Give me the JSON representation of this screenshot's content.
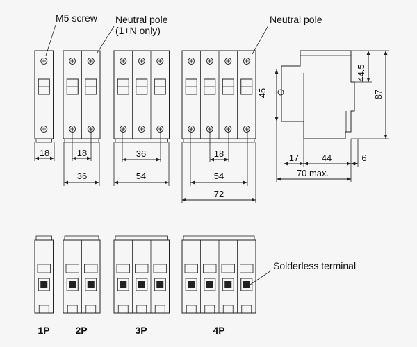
{
  "callouts": {
    "m5_screw": "M5 screw",
    "neutral_pole_left": "Neutral pole",
    "neutral_pole_left_note": "(1+N only)",
    "neutral_pole_right": "Neutral pole",
    "solderless_terminal": "Solderless terminal"
  },
  "dimensions": {
    "pole_width_1p": "18",
    "pole_width_2p": "18",
    "width_2p": "36",
    "pole_pair_3p": "36",
    "width_3p": "54",
    "pole_width_4p": "18",
    "width_4p_three": "54",
    "width_4p": "72",
    "side_height_45": "45",
    "side_height_44_5": "44.5",
    "side_height_87": "87",
    "side_depth_17": "17",
    "side_depth_44": "44",
    "side_depth_6": "6",
    "side_depth_total": "70 max."
  },
  "pole_labels": [
    "1P",
    "2P",
    "3P",
    "4P"
  ],
  "colors": {
    "background": "#f6f6f6",
    "line": "#222222"
  }
}
